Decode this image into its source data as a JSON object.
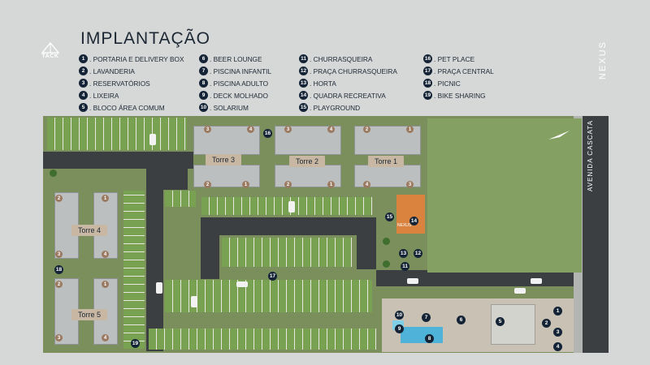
{
  "title": "IMPLANTAÇÃO",
  "logo_text": "TACK",
  "brand_text": "NEXUS",
  "street_label": "AVENIDA CASCATA",
  "legend": {
    "col1": [
      {
        "num": "1",
        "label": ". PORTARIA E DELIVERY BOX"
      },
      {
        "num": "2",
        "label": ". LAVANDERIA"
      },
      {
        "num": "3",
        "label": ". RESERVATÓRIOS"
      },
      {
        "num": "4",
        "label": ". LIXEIRA"
      },
      {
        "num": "5",
        "label": ". BLOCO ÁREA COMUM"
      }
    ],
    "col2": [
      {
        "num": "6",
        "label": ". BEER LOUNGE"
      },
      {
        "num": "7",
        "label": ". PISCINA INFANTIL"
      },
      {
        "num": "8",
        "label": ". PISCINA ADULTO"
      },
      {
        "num": "9",
        "label": ". DECK MOLHADO"
      },
      {
        "num": "10",
        "label": ". SOLARIUM"
      }
    ],
    "col3": [
      {
        "num": "11",
        "label": ". CHURRASQUEIRA"
      },
      {
        "num": "12",
        "label": ". PRAÇA CHURRASQUEIRA"
      },
      {
        "num": "13",
        "label": ". HORTA"
      },
      {
        "num": "14",
        "label": ". QUADRA RECREATIVA"
      },
      {
        "num": "15",
        "label": ". PLAYGROUND"
      }
    ],
    "col4": [
      {
        "num": "16",
        "label": ". PET PLACE"
      },
      {
        "num": "17",
        "label": ". PRAÇA CENTRAL"
      },
      {
        "num": "18",
        "label": ". PICNIC"
      },
      {
        "num": "19",
        "label": ". BIKE SHARING"
      }
    ]
  },
  "towers": {
    "t1": "Torre 1",
    "t2": "Torre 2",
    "t3": "Torre 3",
    "t4": "Torre 4",
    "t5": "Torre 5"
  },
  "map_markers": {
    "m1": "1",
    "m2": "2",
    "m3": "3",
    "m4": "4",
    "m5": "5",
    "m6": "6",
    "m7": "7",
    "m8": "8",
    "m9": "9",
    "m10": "10",
    "m11": "11",
    "m12": "12",
    "m13": "13",
    "m14": "14",
    "m15": "15",
    "m16": "16",
    "m17": "17",
    "m18": "18",
    "m19": "19"
  },
  "unit_numbers": {
    "u1": "1",
    "u2": "2",
    "u3": "3",
    "u4": "4"
  },
  "court_label": "NEXUS",
  "colors": {
    "background": "#d6d8d8",
    "badge": "#142436",
    "road": "#3c3f41",
    "tower_label_bg": "#c7b7a3"
  }
}
